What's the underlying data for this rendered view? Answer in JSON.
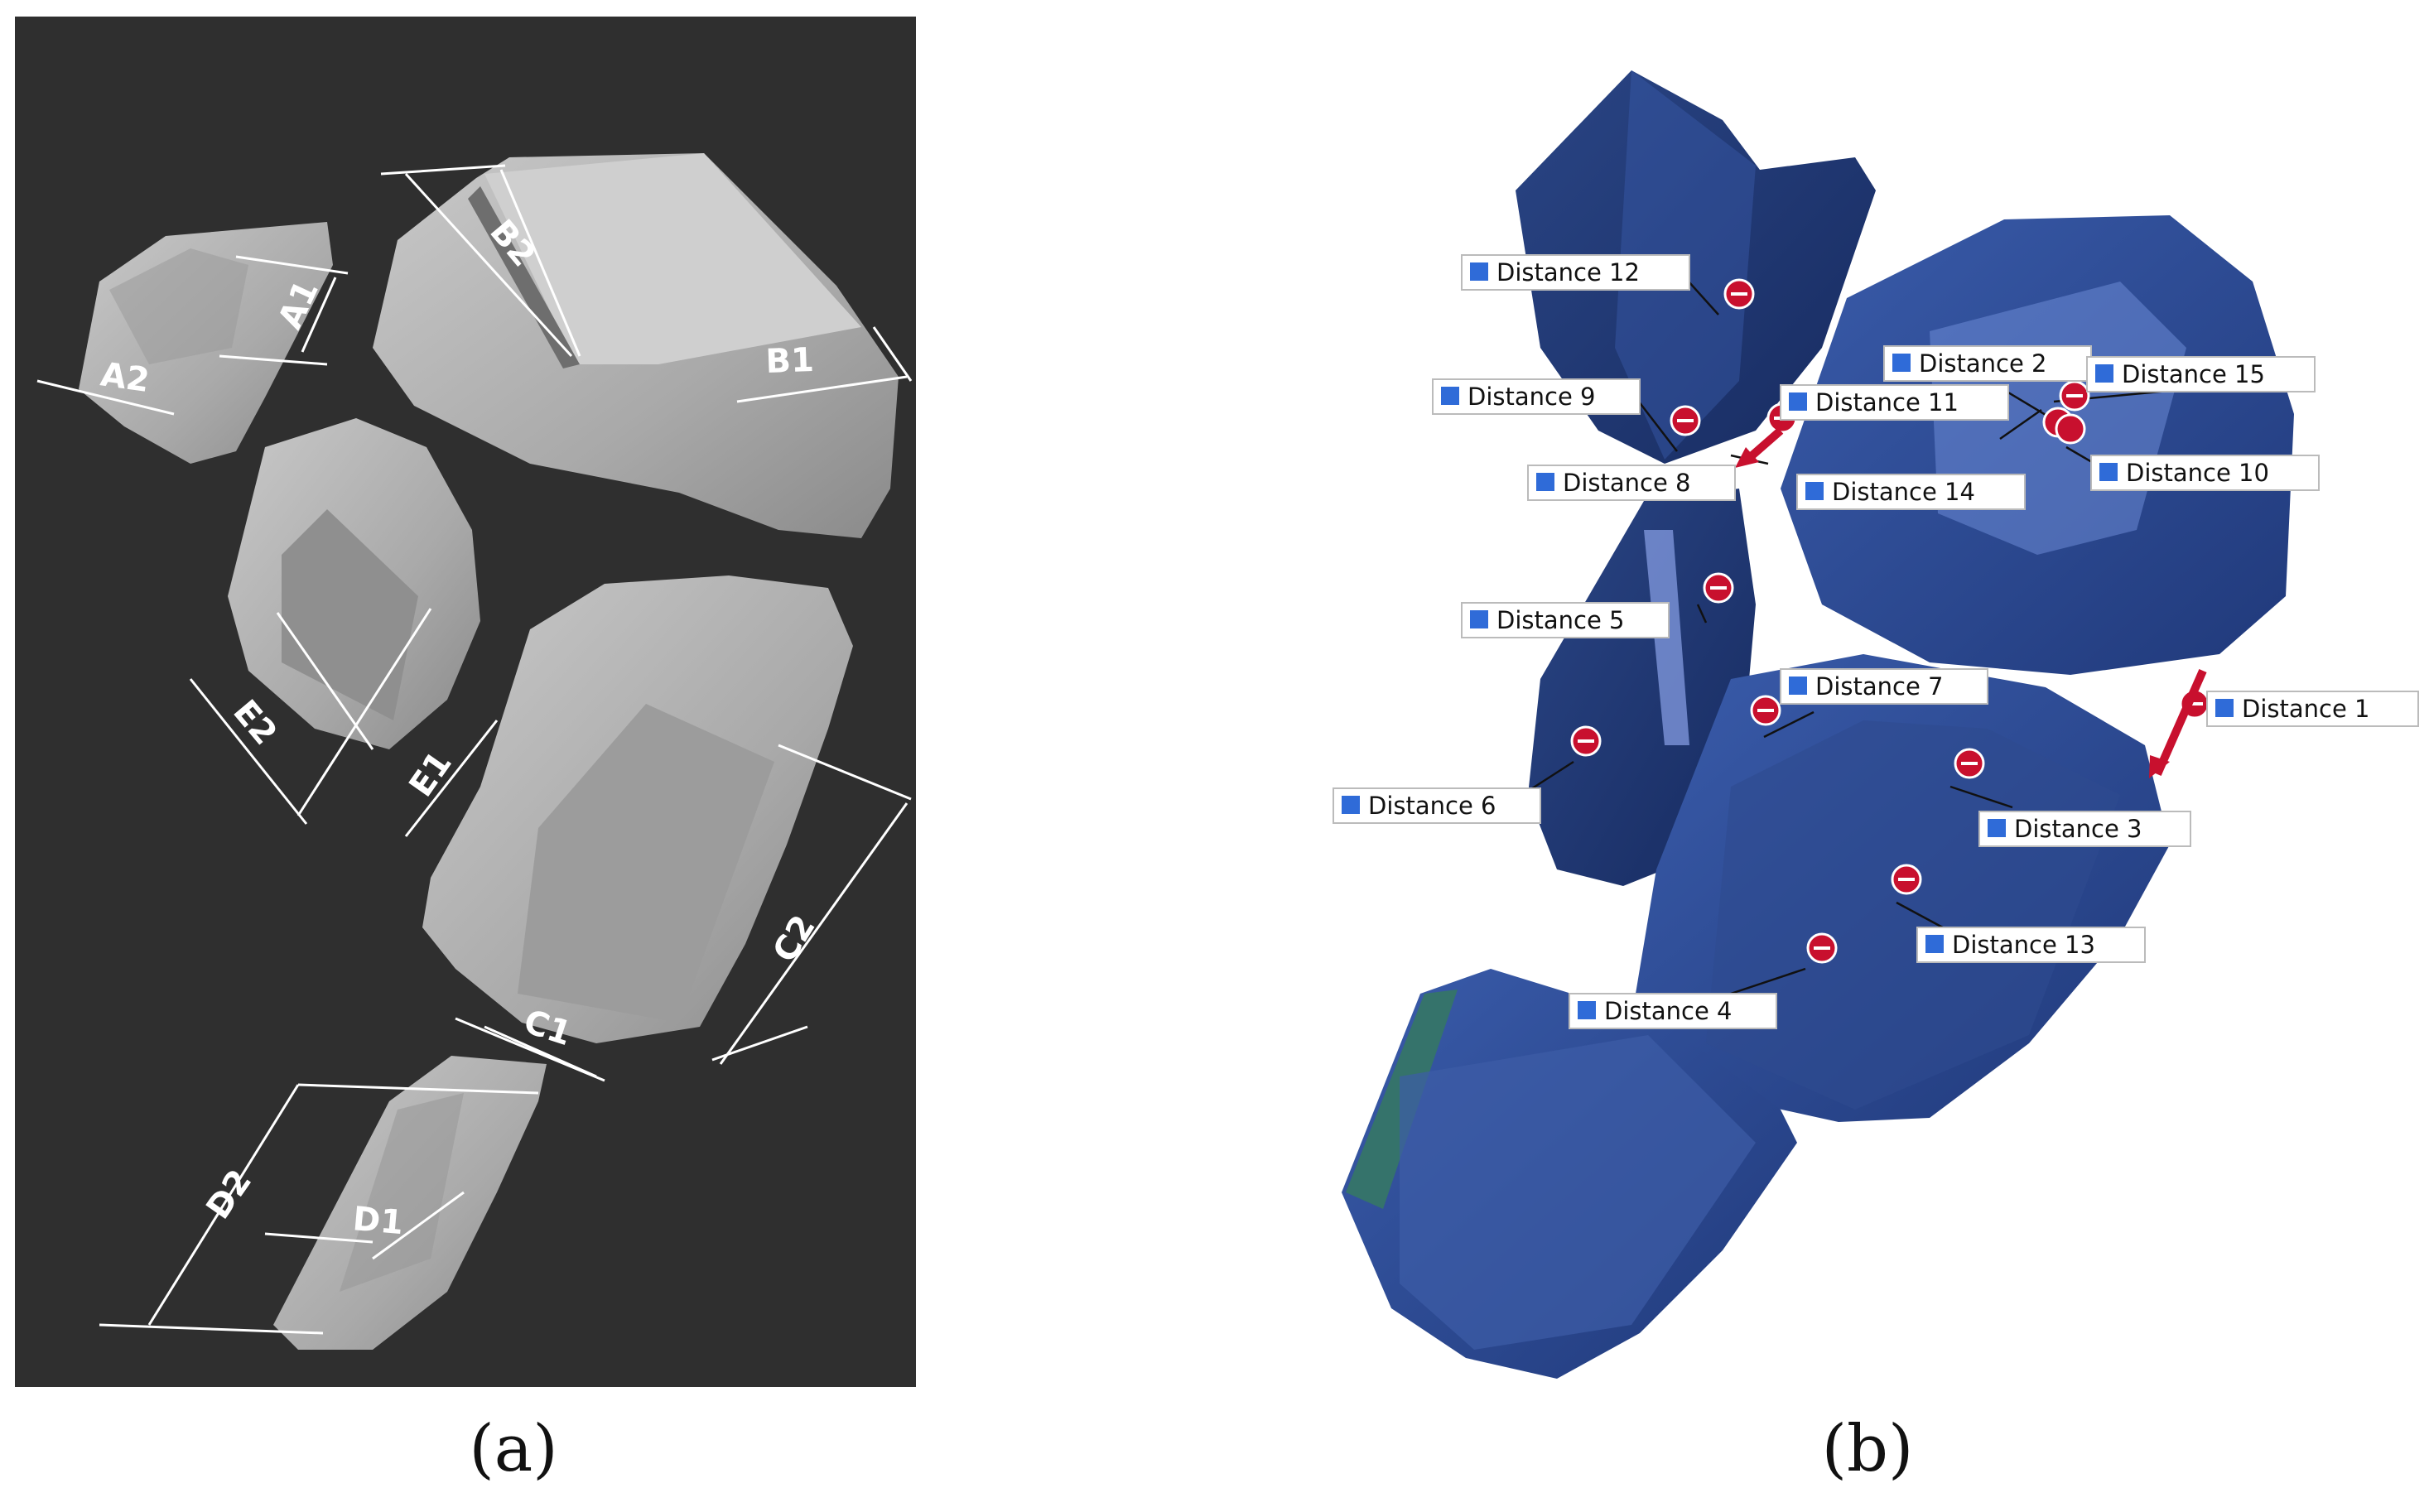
{
  "captions": {
    "left": "(a)",
    "right": "(b)"
  },
  "panel_a": {
    "dimension_labels": [
      "A1",
      "A2",
      "B1",
      "B2",
      "C1",
      "C2",
      "D1",
      "D2",
      "E1",
      "E2"
    ]
  },
  "panel_b": {
    "distance_labels": [
      "Distance 1",
      "Distance 2",
      "Distance 3",
      "Distance 4",
      "Distance 5",
      "Distance 6",
      "Distance 7",
      "Distance 8",
      "Distance 9",
      "Distance 10",
      "Distance 11",
      "Distance 12",
      "Distance 13",
      "Distance 14",
      "Distance 15"
    ]
  },
  "colors": {
    "panel_a_background": "#2f2f2f",
    "stone_gray": "#b3b3b3",
    "model_blue": "#2b4a92",
    "marker_red": "#c8102e"
  }
}
